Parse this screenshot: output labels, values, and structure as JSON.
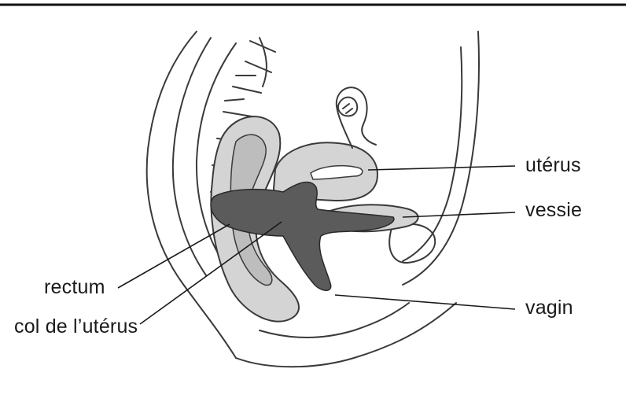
{
  "labels": {
    "uterus": "utérus",
    "vessie": "vessie",
    "vagin": "vagin",
    "rectum": "rectum",
    "col": "col de l’utérus"
  },
  "colors": {
    "line": "#3a3a3a",
    "organ_fill": "#d4d4d4",
    "inner_fill": "#bdbdbd",
    "dark_organ": "#5b5b5b",
    "background": "#ffffff"
  }
}
